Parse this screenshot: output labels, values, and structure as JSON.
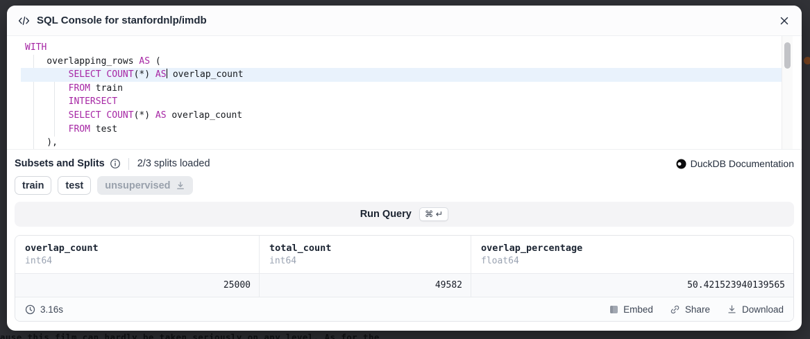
{
  "overlay": {
    "bottom_text": "cause this film can hardly be taken seriously on any level. As for the"
  },
  "header": {
    "title": "SQL Console for stanfordnlp/imdb"
  },
  "editor": {
    "lines": [
      {
        "active": false,
        "tokens": [
          [
            "k",
            "WITH"
          ]
        ]
      },
      {
        "active": false,
        "tokens": [
          [
            "p",
            "    overlapping_rows "
          ],
          [
            "k",
            "AS"
          ],
          [
            "p",
            " ("
          ]
        ]
      },
      {
        "active": true,
        "tokens": [
          [
            "p",
            "        "
          ],
          [
            "k",
            "SELECT"
          ],
          [
            "p",
            " "
          ],
          [
            "k",
            "COUNT"
          ],
          [
            "p",
            "(*) "
          ],
          [
            "k",
            "AS"
          ],
          [
            "cursor",
            ""
          ],
          [
            "p",
            " overlap_count"
          ]
        ]
      },
      {
        "active": false,
        "tokens": [
          [
            "p",
            "        "
          ],
          [
            "k",
            "FROM"
          ],
          [
            "p",
            " train"
          ]
        ]
      },
      {
        "active": false,
        "tokens": [
          [
            "p",
            "        "
          ],
          [
            "k",
            "INTERSECT"
          ]
        ]
      },
      {
        "active": false,
        "tokens": [
          [
            "p",
            "        "
          ],
          [
            "k",
            "SELECT"
          ],
          [
            "p",
            " "
          ],
          [
            "k",
            "COUNT"
          ],
          [
            "p",
            "(*) "
          ],
          [
            "k",
            "AS"
          ],
          [
            "p",
            " overlap_count"
          ]
        ]
      },
      {
        "active": false,
        "tokens": [
          [
            "p",
            "        "
          ],
          [
            "k",
            "FROM"
          ],
          [
            "p",
            " test"
          ]
        ]
      },
      {
        "active": false,
        "tokens": [
          [
            "p",
            "    ),"
          ]
        ]
      }
    ],
    "keyword_color": "#a626a4",
    "active_line_color": "#e9f2fc"
  },
  "subsets": {
    "label": "Subsets and Splits",
    "status": "2/3 splits loaded",
    "doc_link": "DuckDB Documentation",
    "splits": [
      {
        "name": "train",
        "loaded": true
      },
      {
        "name": "test",
        "loaded": true
      },
      {
        "name": "unsupervised",
        "loaded": false
      }
    ]
  },
  "run_query": {
    "label": "Run Query",
    "shortcut": "⌘ ↵"
  },
  "results": {
    "columns": [
      {
        "name": "overlap_count",
        "type": "int64",
        "value": "25000"
      },
      {
        "name": "total_count",
        "type": "int64",
        "value": "49582"
      },
      {
        "name": "overlap_percentage",
        "type": "float64",
        "value": "50.421523940139565"
      }
    ],
    "footer": {
      "duration": "3.16s",
      "embed_label": "Embed",
      "share_label": "Share",
      "download_label": "Download"
    }
  },
  "icons": {
    "code": "</>",
    "close": "x-cross",
    "info": "circled-i",
    "duckdb": "duckdb-logo",
    "download": "arrow-down-tray",
    "clock": "clock-face",
    "embed": "box",
    "share": "chain-link"
  }
}
